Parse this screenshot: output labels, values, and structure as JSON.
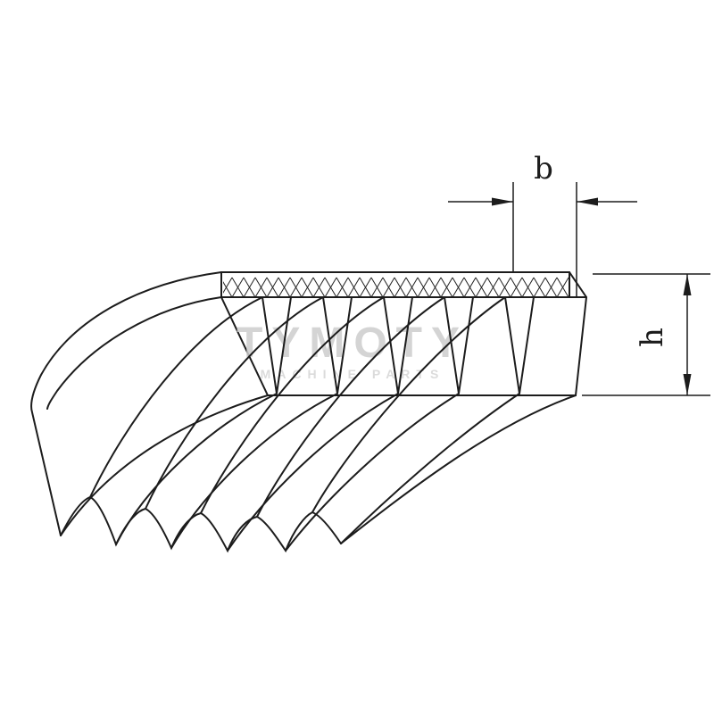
{
  "diagram": {
    "type": "poly-v-ribbed-belt-cross-section",
    "labels": {
      "width_dimension": "b",
      "height_dimension": "h"
    },
    "watermark": {
      "brand": "TYMOTY",
      "tagline": "MACHINE PARTS"
    },
    "colors": {
      "line": "#1c1c1c",
      "background": "#ffffff",
      "watermark": "#cdcdcd"
    }
  }
}
